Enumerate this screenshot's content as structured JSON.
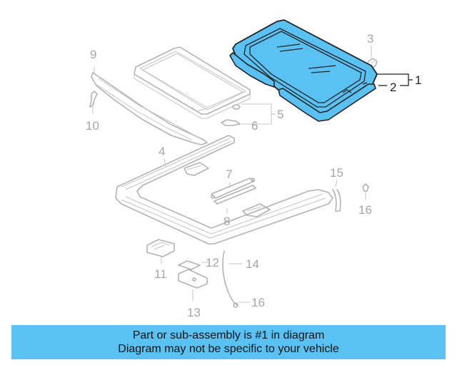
{
  "callouts": {
    "c1": "1",
    "c2": "2",
    "c3": "3",
    "c4": "4",
    "c5": "5",
    "c6": "6",
    "c7": "7",
    "c8": "8",
    "c9": "9",
    "c10": "10",
    "c11": "11",
    "c12": "12",
    "c13": "13",
    "c14": "14",
    "c15": "15",
    "c16a": "16",
    "c16b": "16"
  },
  "banner": {
    "line1": "Part or sub-assembly is #1 in diagram",
    "line2": "Diagram may not be specific to your vehicle"
  },
  "colors": {
    "highlight": "#5ac1f3",
    "ghost": "#b3b3b3",
    "banner": "#5ac1f3"
  }
}
